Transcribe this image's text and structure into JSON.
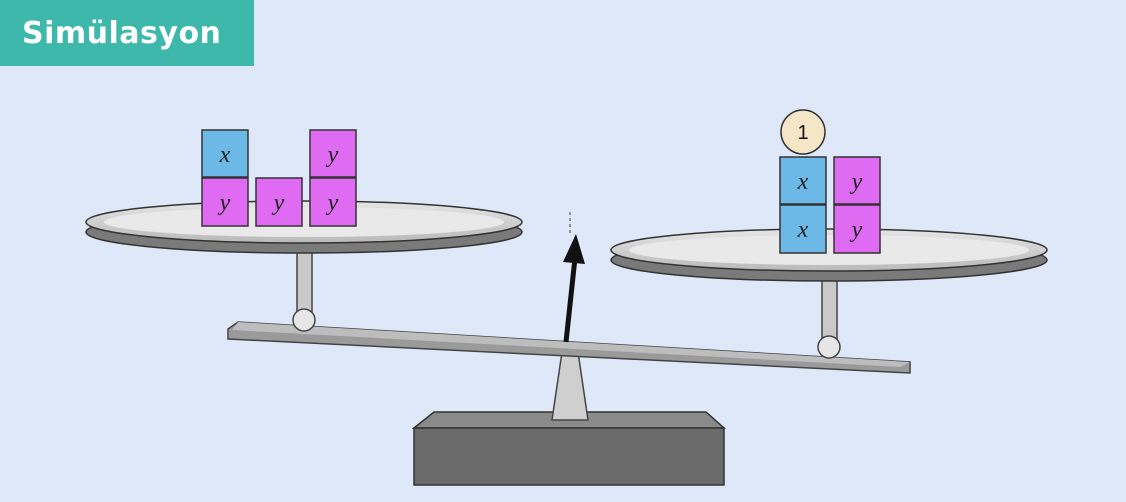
{
  "header": {
    "title": "Simülasyon"
  },
  "colors": {
    "x_block": "#6cb8e6",
    "y_block": "#de6bf2",
    "background": "#dfe8f8",
    "tab": "#3fb8ac"
  },
  "left_pan": {
    "blocks": [
      {
        "label": "x",
        "kind": "x"
      },
      {
        "label": "y",
        "kind": "y"
      },
      {
        "label": "y",
        "kind": "y"
      },
      {
        "label": "y",
        "kind": "y"
      },
      {
        "label": "y",
        "kind": "y"
      }
    ]
  },
  "right_pan": {
    "coin": "1",
    "blocks": [
      {
        "label": "x",
        "kind": "x"
      },
      {
        "label": "x",
        "kind": "x"
      },
      {
        "label": "y",
        "kind": "y"
      },
      {
        "label": "y",
        "kind": "y"
      }
    ]
  }
}
